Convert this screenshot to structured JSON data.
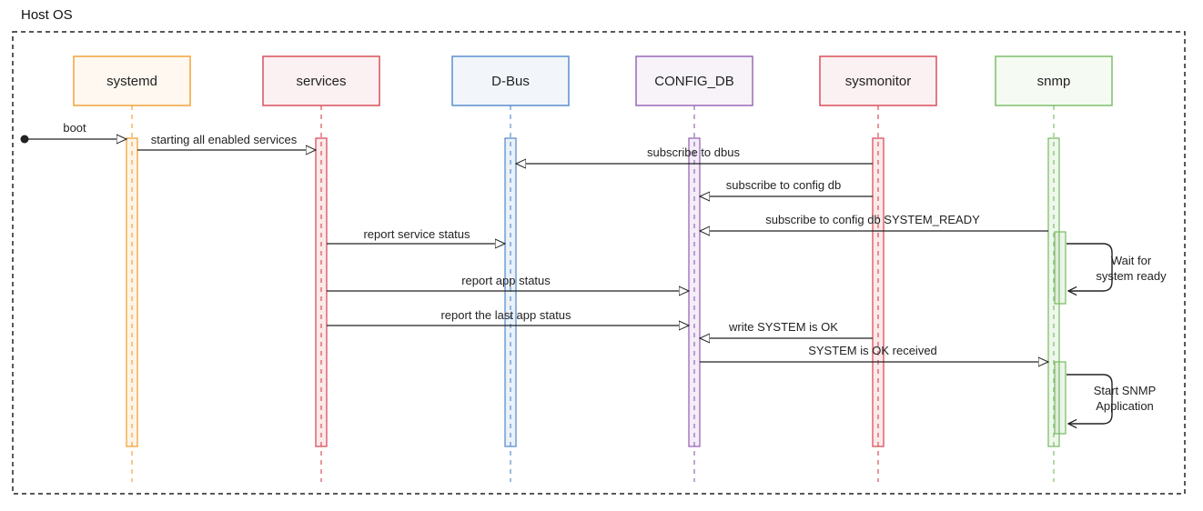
{
  "frame": {
    "title": "Host OS"
  },
  "colors": {
    "systemd": "#f2a33a",
    "services": "#d9505a",
    "dbus": "#5b8fcc",
    "config_db": "#9a68b8",
    "sysmonitor": "#d9505a",
    "snmp": "#7fbf6a",
    "line": "#222222"
  },
  "participants": [
    {
      "id": "systemd",
      "label": "systemd",
      "color_key": "systemd"
    },
    {
      "id": "services",
      "label": "services",
      "color_key": "services"
    },
    {
      "id": "dbus",
      "label": "D-Bus",
      "color_key": "dbus"
    },
    {
      "id": "config_db",
      "label": "CONFIG_DB",
      "color_key": "config_db"
    },
    {
      "id": "sysmonitor",
      "label": "sysmonitor",
      "color_key": "sysmonitor"
    },
    {
      "id": "snmp",
      "label": "snmp",
      "color_key": "snmp"
    }
  ],
  "messages": [
    {
      "from": "start",
      "to": "systemd",
      "label": "boot"
    },
    {
      "from": "systemd",
      "to": "services",
      "label": "starting all enabled services"
    },
    {
      "from": "sysmonitor",
      "to": "dbus",
      "label": "subscribe to dbus"
    },
    {
      "from": "sysmonitor",
      "to": "config_db",
      "label": "subscribe to config db"
    },
    {
      "from": "snmp",
      "to": "config_db",
      "label": "subscribe to config db SYSTEM_READY"
    },
    {
      "from": "services",
      "to": "dbus",
      "label": "report service status"
    },
    {
      "from": "services",
      "to": "config_db",
      "label": "report app status"
    },
    {
      "from": "services",
      "to": "config_db",
      "label": "report the last app status"
    },
    {
      "from": "sysmonitor",
      "to": "config_db",
      "label": "write SYSTEM is OK"
    },
    {
      "from": "config_db",
      "to": "snmp",
      "label": "SYSTEM is OK received"
    }
  ],
  "self_notes": [
    {
      "participant": "snmp",
      "lines": [
        "Wait for",
        "system ready"
      ]
    },
    {
      "participant": "snmp",
      "lines": [
        "Start SNMP",
        "Application"
      ]
    }
  ]
}
